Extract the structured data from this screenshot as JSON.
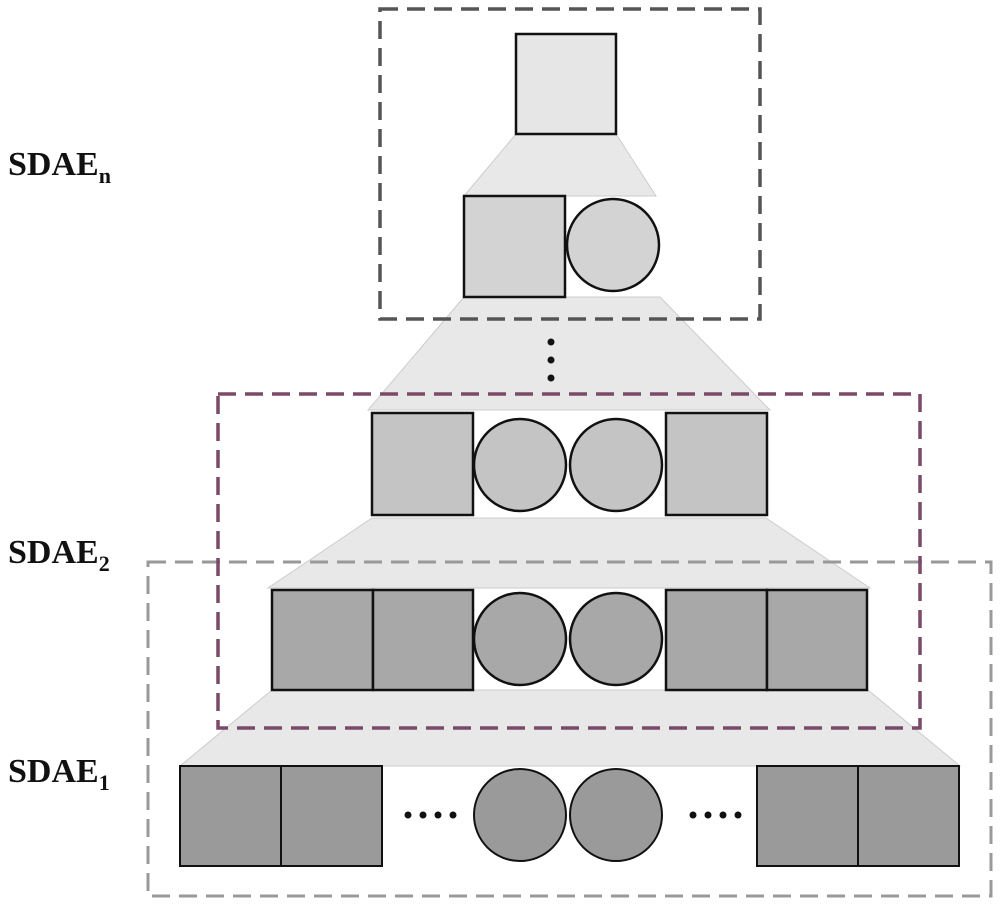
{
  "labels": {
    "sdae_n": {
      "base": "SDAE",
      "sub": "n"
    },
    "sdae_2": {
      "base": "SDAE",
      "sub": "2"
    },
    "sdae_1": {
      "base": "SDAE",
      "sub": "1"
    }
  },
  "colors": {
    "box_sdae_n": "#555555",
    "box_sdae_2": "#7a4a68",
    "box_sdae_1": "#999999",
    "trapezoid": "#e8e8e8",
    "layer_top": "#e6e6e6",
    "layer_n": "#d3d3d3",
    "layer_2": "#c4c4c4",
    "layer_mid": "#a8a8a8",
    "layer_bottom": "#9a9a9a",
    "stroke": "#111111"
  }
}
